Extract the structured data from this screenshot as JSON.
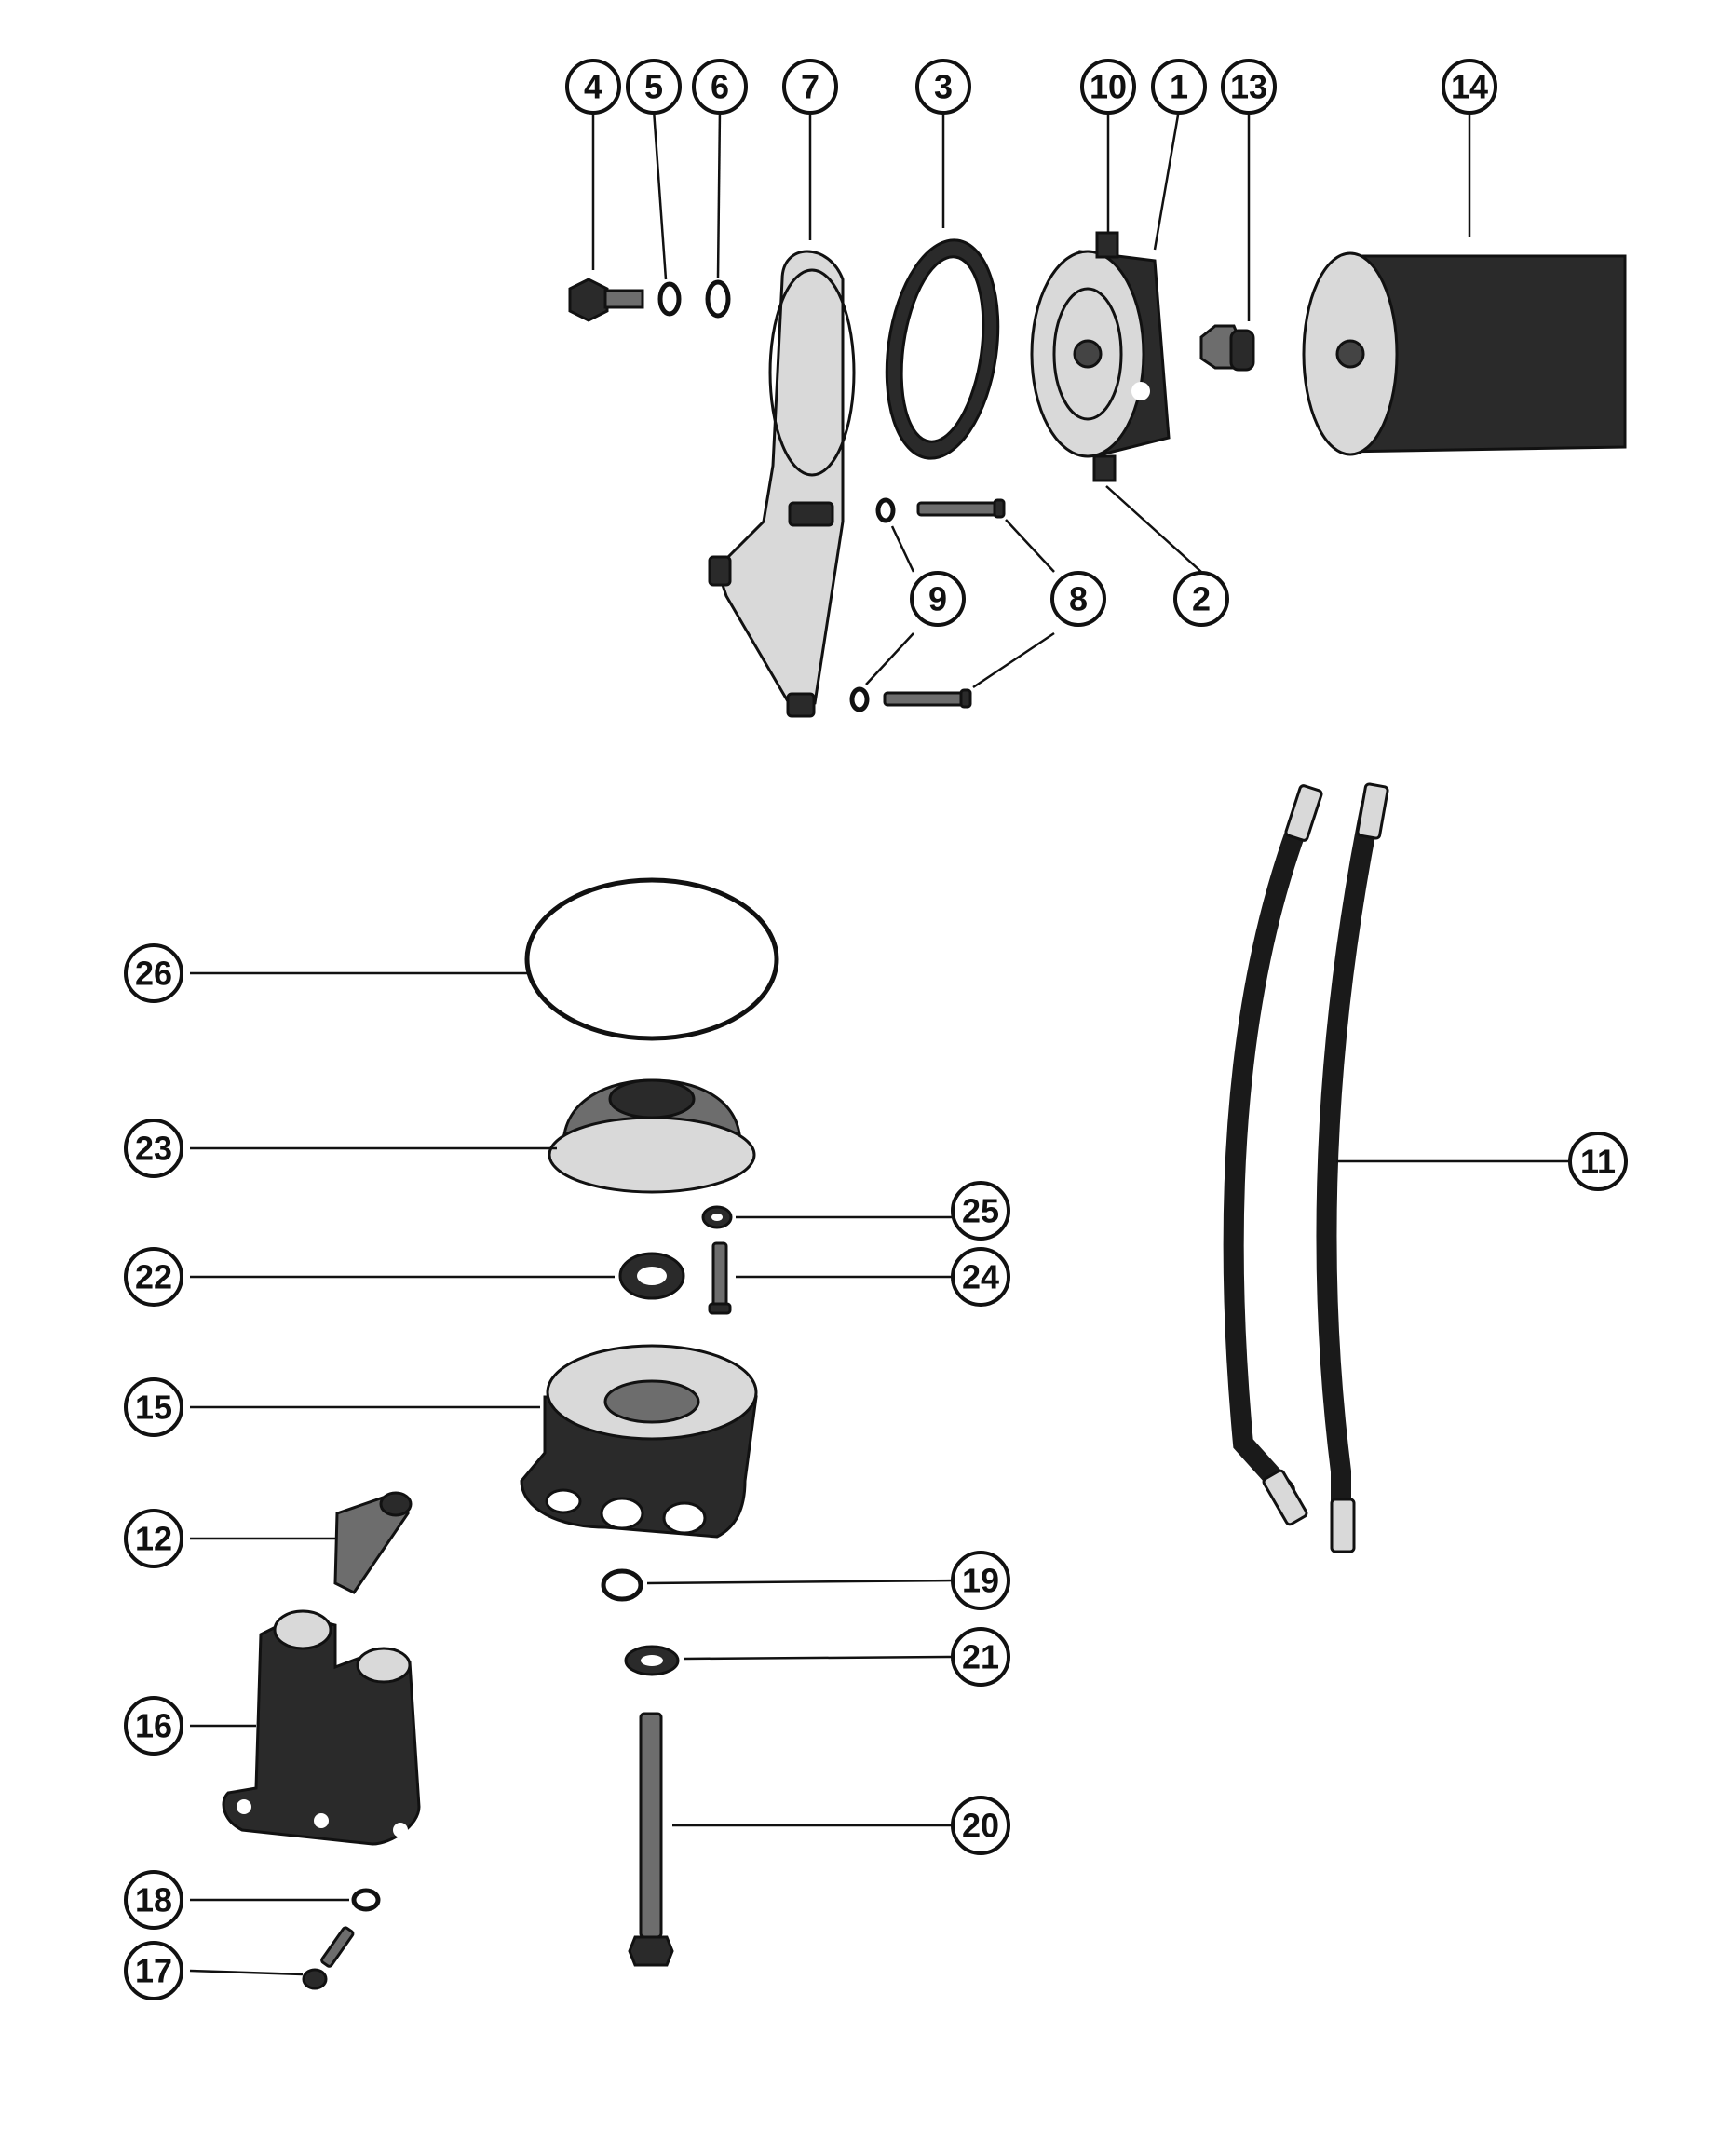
{
  "callouts": [
    {
      "id": "4",
      "label": "4"
    },
    {
      "id": "5",
      "label": "5"
    },
    {
      "id": "6",
      "label": "6"
    },
    {
      "id": "7",
      "label": "7"
    },
    {
      "id": "3",
      "label": "3"
    },
    {
      "id": "10",
      "label": "10"
    },
    {
      "id": "1",
      "label": "1"
    },
    {
      "id": "13",
      "label": "13"
    },
    {
      "id": "14",
      "label": "14"
    },
    {
      "id": "9",
      "label": "9"
    },
    {
      "id": "8",
      "label": "8"
    },
    {
      "id": "2",
      "label": "2"
    },
    {
      "id": "26",
      "label": "26"
    },
    {
      "id": "23",
      "label": "23"
    },
    {
      "id": "25",
      "label": "25"
    },
    {
      "id": "22",
      "label": "22"
    },
    {
      "id": "24",
      "label": "24"
    },
    {
      "id": "15",
      "label": "15"
    },
    {
      "id": "12",
      "label": "12"
    },
    {
      "id": "19",
      "label": "19"
    },
    {
      "id": "21",
      "label": "21"
    },
    {
      "id": "16",
      "label": "16"
    },
    {
      "id": "20",
      "label": "20"
    },
    {
      "id": "18",
      "label": "18"
    },
    {
      "id": "17",
      "label": "17"
    },
    {
      "id": "11",
      "label": "11"
    }
  ]
}
